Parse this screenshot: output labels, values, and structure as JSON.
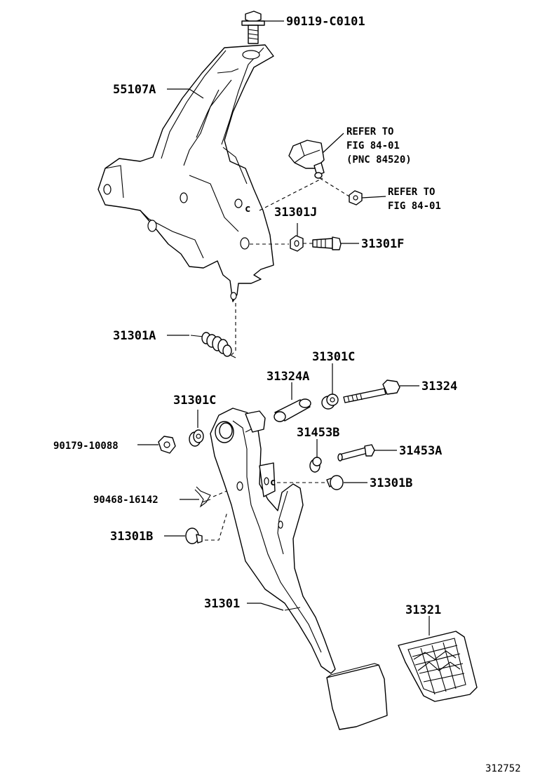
{
  "labels": {
    "bolt_top": "90119-C0101",
    "bracket": "55107A",
    "refer_1": "REFER TO",
    "fig_1": "FIG 84-01",
    "pnc": "(PNC 84520)",
    "refer_2": "REFER TO",
    "fig_2": "FIG 84-01",
    "nut_j": "31301J",
    "stopper_f": "31301F",
    "spring_a": "31301A",
    "bushing_c_right": "31301C",
    "collar": "31324A",
    "bolt": "31324",
    "bushing_c_left": "31301C",
    "nut": "90179-10088",
    "bushing_b": "31453B",
    "pin": "31453A",
    "cushion_right": "31301B",
    "clip": "90468-16142",
    "cushion_left": "31301B",
    "pedal_lever": "31301",
    "pedal_pad": "31321"
  },
  "figure_number": "312752"
}
